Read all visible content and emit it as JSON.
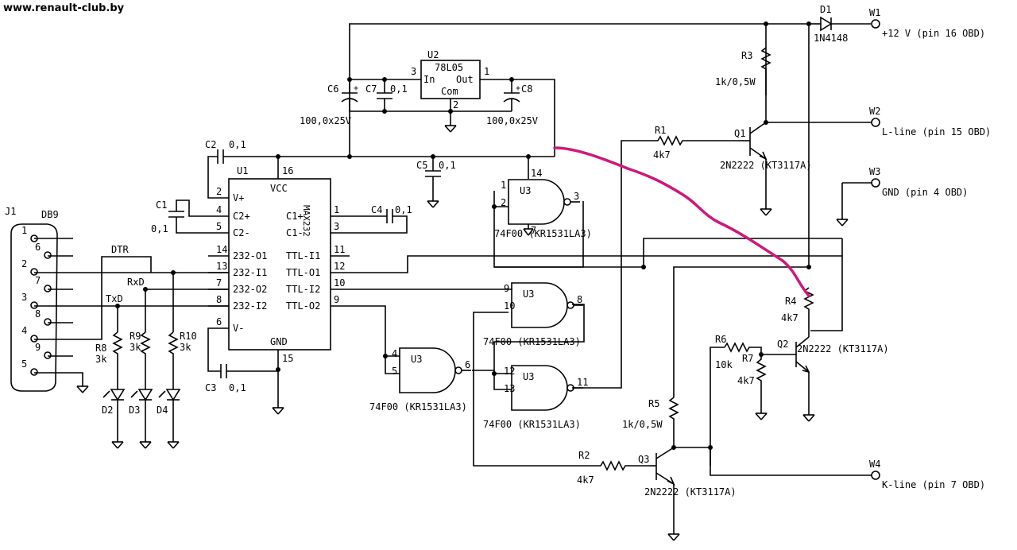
{
  "site": "www.renault-club.by",
  "connector": {
    "ref": "J1",
    "type": "DB9",
    "pins": [
      "1",
      "6",
      "2",
      "7",
      "3",
      "8",
      "4",
      "9",
      "5"
    ]
  },
  "signals": {
    "dtr": "DTR",
    "rxd": "RxD",
    "txd": "TxD"
  },
  "u1": {
    "ref": "U1",
    "part": "MAX232",
    "vcc": "VCC",
    "gnd": "GND",
    "pin_vcc": "16",
    "pin_gnd": "15",
    "left_pins": [
      {
        "num": "2",
        "name": "V+"
      },
      {
        "num": "4",
        "name": "C2+"
      },
      {
        "num": "5",
        "name": "C2-"
      },
      {
        "num": "14",
        "name": "232-O1"
      },
      {
        "num": "13",
        "name": "232-I1"
      },
      {
        "num": "7",
        "name": "232-O2"
      },
      {
        "num": "8",
        "name": "232-I2"
      },
      {
        "num": "6",
        "name": "V-"
      }
    ],
    "right_pins": [
      {
        "num": "1",
        "name": "C1+"
      },
      {
        "num": "3",
        "name": "C1-"
      },
      {
        "num": "11",
        "name": "TTL-I1"
      },
      {
        "num": "12",
        "name": "TTL-O1"
      },
      {
        "num": "10",
        "name": "TTL-I2"
      },
      {
        "num": "9",
        "name": "TTL-O2"
      }
    ]
  },
  "u2": {
    "ref": "U2",
    "part": "78L05",
    "in": "In",
    "out": "Out",
    "com": "Com",
    "pin_in": "3",
    "pin_out": "1",
    "pin_com": "2"
  },
  "u3_ref": "U3",
  "u3_gates": [
    {
      "pins": [
        "1",
        "2",
        "3"
      ],
      "vcc_pin": "14",
      "gnd_pin": "7",
      "part": "74F00 (KR1531LA3)"
    },
    {
      "pins": [
        "9",
        "10",
        "8"
      ],
      "part": "74F00 (KR1531LA3)"
    },
    {
      "pins": [
        "4",
        "5",
        "6"
      ],
      "part": "74F00 (KR1531LA3)"
    },
    {
      "pins": [
        "12",
        "13",
        "11"
      ],
      "part": "74F00 (KR1531LA3)"
    }
  ],
  "capacitors": {
    "c1": {
      "ref": "C1",
      "value": "0,1"
    },
    "c2": {
      "ref": "C2",
      "value": "0,1"
    },
    "c3": {
      "ref": "C3",
      "value": "0,1"
    },
    "c4": {
      "ref": "C4",
      "value": "0,1"
    },
    "c5": {
      "ref": "C5",
      "value": "0,1"
    },
    "c6": {
      "ref": "C6",
      "value": "100,0x25V"
    },
    "c7": {
      "ref": "C7",
      "value": "0,1"
    },
    "c8": {
      "ref": "C8",
      "value": "100,0x25V"
    }
  },
  "resistors": {
    "r1": {
      "ref": "R1",
      "value": "4k7"
    },
    "r2": {
      "ref": "R2",
      "value": "4k7"
    },
    "r3": {
      "ref": "R3",
      "value": "1k/0,5W"
    },
    "r4": {
      "ref": "R4",
      "value": "4k7"
    },
    "r5": {
      "ref": "R5",
      "value": "1k/0,5W"
    },
    "r6": {
      "ref": "R6",
      "value": "10k"
    },
    "r7": {
      "ref": "R7",
      "value": "4k7"
    },
    "r8": {
      "ref": "R8",
      "value": "3k"
    },
    "r9": {
      "ref": "R9",
      "value": "3k"
    },
    "r10": {
      "ref": "R10",
      "value": "3k"
    }
  },
  "transistors": {
    "q1": {
      "ref": "Q1",
      "part": "2N2222 (KT3117A)"
    },
    "q2": {
      "ref": "Q2",
      "part": "2N2222 (KT3117A)"
    },
    "q3": {
      "ref": "Q3",
      "part": "2N2222 (KT3117A)"
    }
  },
  "diodes": {
    "d1": {
      "ref": "D1",
      "part": "1N4148"
    },
    "d2": "D2",
    "d3": "D3",
    "d4": "D4"
  },
  "terminals": [
    {
      "ref": "W1",
      "label": "+12 V (pin 16 OBD)"
    },
    {
      "ref": "W2",
      "label": "L-line (pin 15 OBD)"
    },
    {
      "ref": "W3",
      "label": "GND (pin 4 OBD)"
    },
    {
      "ref": "W4",
      "label": "K-line (pin 7 OBD)"
    }
  ],
  "annotation_color": "#cc1a7a"
}
